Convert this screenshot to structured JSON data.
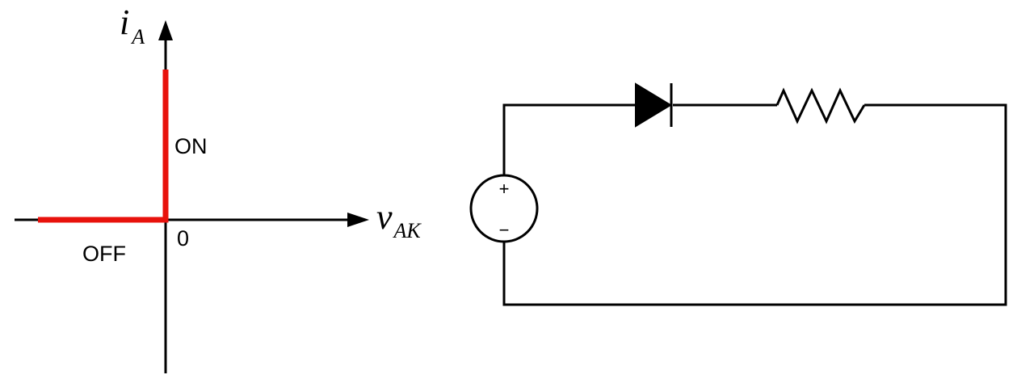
{
  "graph": {
    "y_axis_symbol": "i",
    "y_axis_subscript": "A",
    "x_axis_symbol": "v",
    "x_axis_subscript": "AK",
    "origin_label": "0",
    "on_label": "ON",
    "off_label": "OFF",
    "characteristic_color": "#e8120c"
  },
  "circuit": {
    "source_plus": "+",
    "source_minus": "−",
    "components": [
      "voltage-source-icon",
      "diode-icon",
      "resistor-icon"
    ]
  }
}
